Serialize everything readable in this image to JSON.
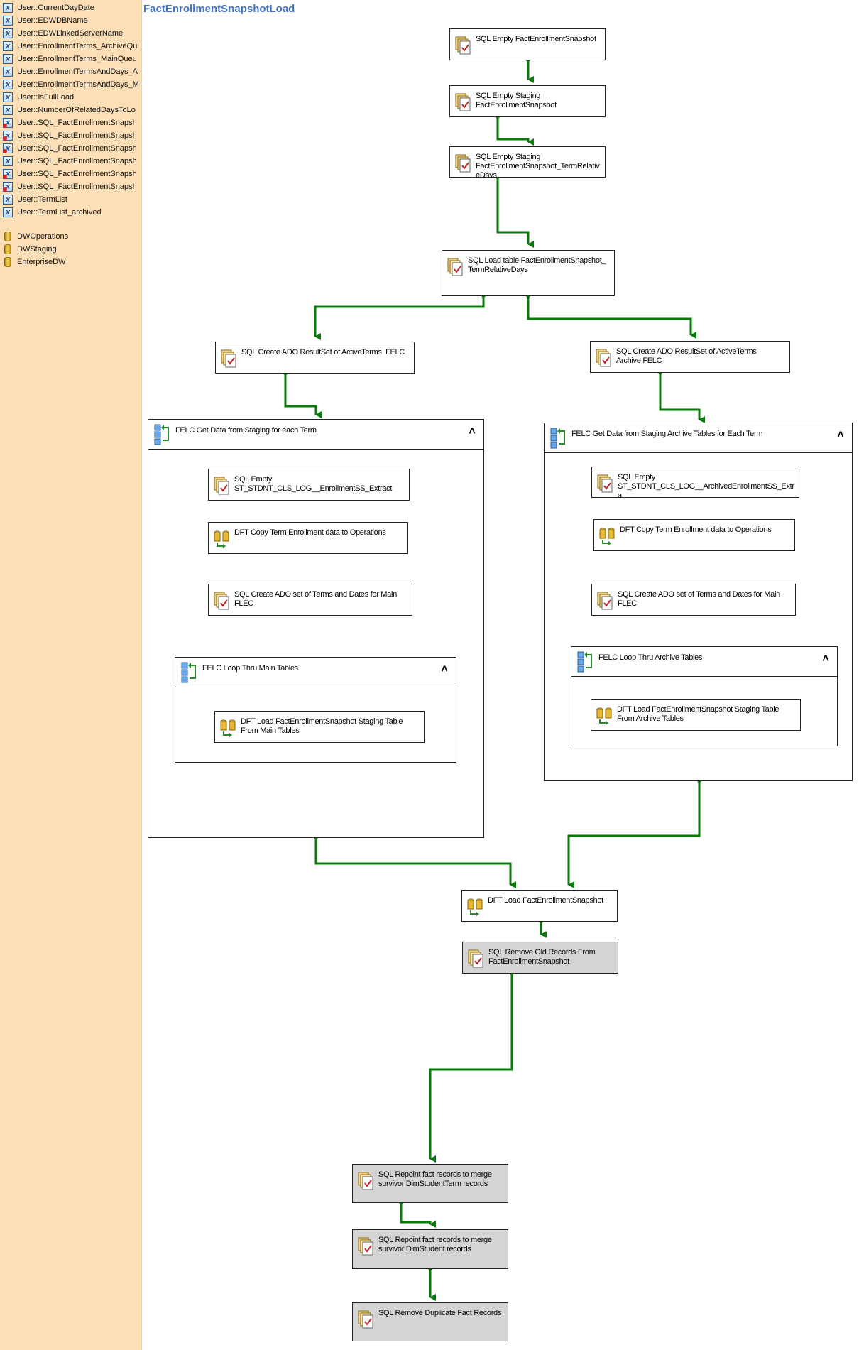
{
  "sidebar": {
    "variables": [
      {
        "label": "User::CurrentDayDate",
        "error": false
      },
      {
        "label": "User::EDWDBName",
        "error": false
      },
      {
        "label": "User::EDWLinkedServerName",
        "error": false
      },
      {
        "label": "User::EnrollmentTerms_ArchiveQu",
        "error": false
      },
      {
        "label": "User::EnrollmentTerms_MainQueu",
        "error": false
      },
      {
        "label": "User::EnrollmentTermsAndDays_A",
        "error": false
      },
      {
        "label": "User::EnrollmentTermsAndDays_M",
        "error": false
      },
      {
        "label": "User::IsFullLoad",
        "error": false
      },
      {
        "label": "User::NumberOfRelatedDaysToLo",
        "error": false
      },
      {
        "label": "User::SQL_FactEnrollmentSnapsh",
        "error": true
      },
      {
        "label": "User::SQL_FactEnrollmentSnapsh",
        "error": true
      },
      {
        "label": "User::SQL_FactEnrollmentSnapsh",
        "error": true
      },
      {
        "label": "User::SQL_FactEnrollmentSnapsh",
        "error": false
      },
      {
        "label": "User::SQL_FactEnrollmentSnapsh",
        "error": true
      },
      {
        "label": "User::SQL_FactEnrollmentSnapsh",
        "error": true
      },
      {
        "label": "User::TermList",
        "error": false
      },
      {
        "label": "User::TermList_archived",
        "error": false
      }
    ],
    "connections": [
      {
        "label": "DWOperations"
      },
      {
        "label": "DWStaging"
      },
      {
        "label": "EnterpriseDW"
      }
    ]
  },
  "canvas": {
    "title": "FactEnrollmentSnapshotLoad",
    "tasks": {
      "t1": "SQL Empty FactEnrollmentSnapshot",
      "t2": "SQL Empty Staging\nFactEnrollmentSnapshot",
      "t3": "SQL Empty Staging\nFactEnrollmentSnapshot_TermRelativ\neDays",
      "t4": "SQL Load table FactEnrollmentSnapshot_\nTermRelativeDays",
      "t5": "SQL Create ADO ResultSet of ActiveTerms  FELC",
      "t6": "SQL Create ADO ResultSet of ActiveTerms\nArchive FELC",
      "c1": "FELC Get Data from Staging for each Term",
      "c1a": "SQL Empty\nST_STDNT_CLS_LOG__EnrollmentSS_Extract",
      "c1b": "DFT Copy Term Enrollment data to Operations",
      "c1c": "SQL Create ADO set of Terms and Dates for Main\nFLEC",
      "c1d": "FELC Loop Thru Main Tables",
      "c1e": "DFT Load FactEnrollmentSnapshot Staging Table\nFrom Main Tables",
      "c2": "FELC Get Data from Staging Archive Tables for Each Term",
      "c2a": "SQL Empty\nST_STDNT_CLS_LOG__ArchivedEnrollmentSS_Extra\nct",
      "c2b": "DFT Copy Term Enrollment data to Operations",
      "c2c": "SQL Create ADO set of Terms and Dates for Main\nFLEC",
      "c2d": "FELC Loop Thru Archive Tables",
      "c2e": "DFT Load FactEnrollmentSnapshot Staging Table\nFrom Archive Tables",
      "t7": "DFT Load FactEnrollmentSnapshot",
      "t8": "SQL Remove Old Records From\nFactEnrollmentSnapshot",
      "t9": "SQL Repoint fact records to merge\nsurvivor DimStudentTerm records",
      "t10": "SQL Repoint fact records to merge\nsurvivor DimStudent records",
      "t11": "SQL Remove Duplicate Fact Records"
    },
    "colors": {
      "precedence": "#0a7a0a",
      "sidebar": "#fddfb7",
      "title": "#4472c4",
      "disabled_task": "#d4d4d4"
    }
  }
}
